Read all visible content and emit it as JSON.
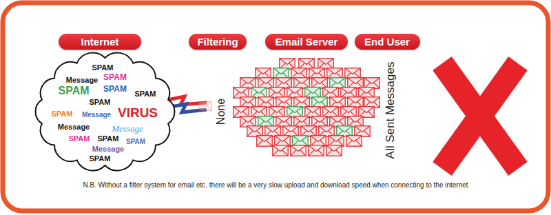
{
  "diagram": {
    "nodes": [
      {
        "text": [
          "Internet"
        ]
      },
      {
        "text": [
          "Filtering"
        ]
      },
      {
        "text": [
          "Email Server"
        ]
      },
      {
        "text": [
          "End User"
        ]
      },
      {
        "text": [
          "SPAM",
          "Message",
          "SPAM",
          "SPAM",
          "SPAM",
          "SPAM",
          "SPAM",
          "SPAM",
          "Message",
          "VIRUS",
          "Message",
          "Message",
          "SPAM",
          "SPAM",
          "SPAM",
          "Message",
          "SPAM"
        ]
      }
    ],
    "labels": [
      "None",
      "All Sent Messages",
      "N.B. Without a filter system for email etc. there will be a very slow upload and download speed when connecting to the internet"
    ]
  }
}
